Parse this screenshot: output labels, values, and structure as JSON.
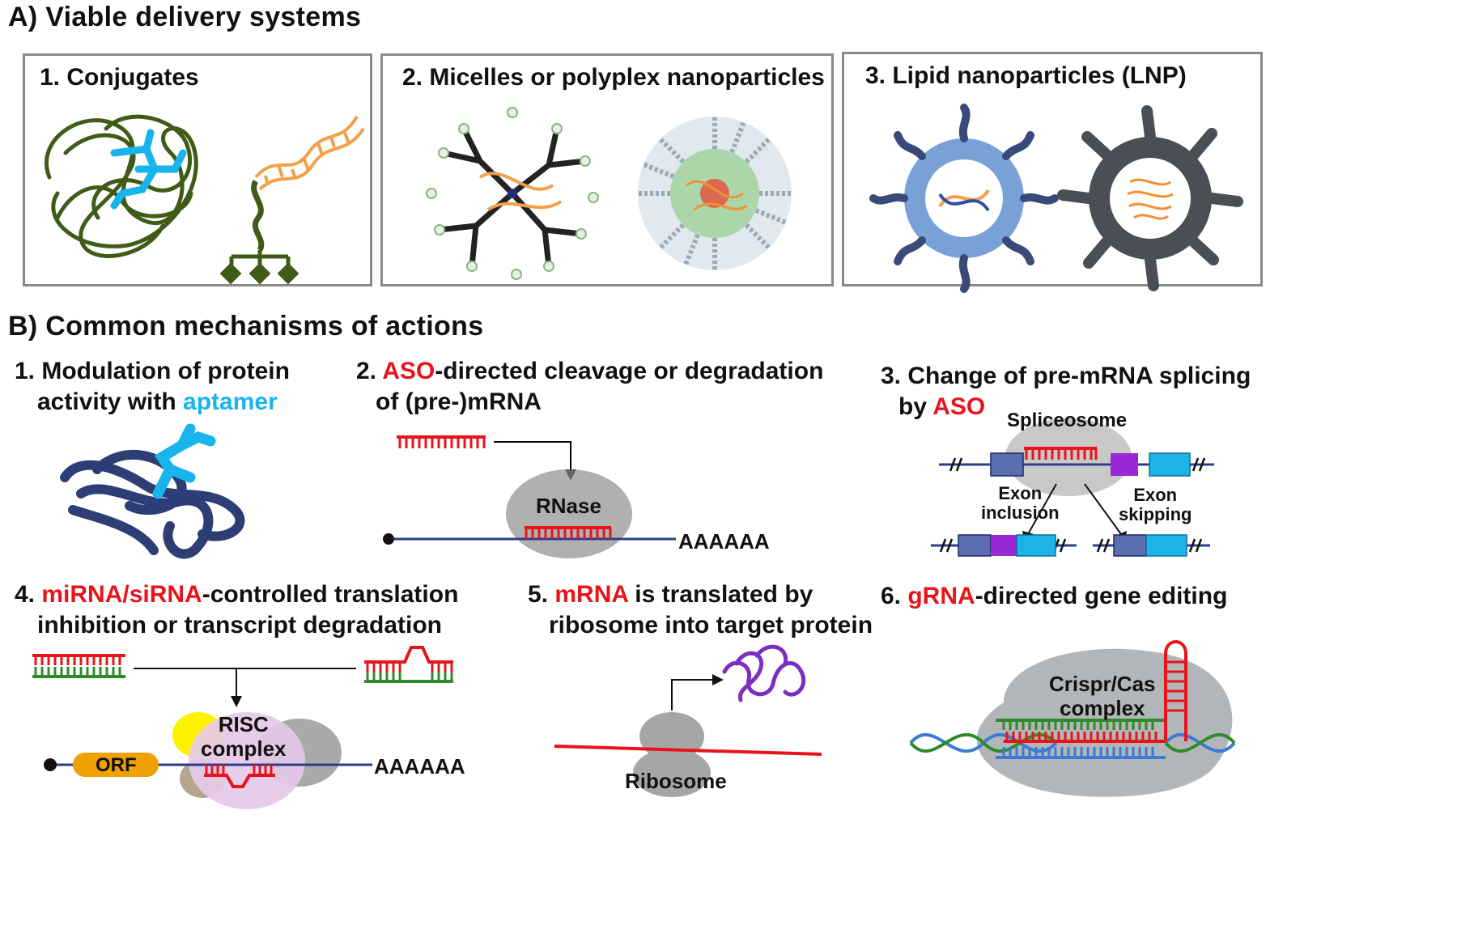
{
  "section_a": {
    "title": "A) Viable delivery systems",
    "panels": [
      {
        "title": "1. Conjugates"
      },
      {
        "title": "2. Micelles or polyplex nanoparticles"
      },
      {
        "title": "3. Lipid nanoparticles (LNP)"
      }
    ]
  },
  "section_b": {
    "title": "B) Common mechanisms of actions",
    "m1": {
      "line1": "1. Modulation of protein",
      "line2_pre": "activity with ",
      "line2_hl": "aptamer"
    },
    "m2": {
      "num": "2. ",
      "hl": "ASO",
      "line1_rest": "-directed cleavage or degradation",
      "line2": "of (pre-)mRNA",
      "rnase": "RNase",
      "polya": "AAAAAA"
    },
    "m3": {
      "line1": "3. Change of pre-mRNA  splicing",
      "line2_pre": "by ",
      "line2_hl": "ASO",
      "spliceosome": "Spliceosome",
      "inclusion_1": "Exon",
      "inclusion_2": "inclusion",
      "skipping_1": "Exon",
      "skipping_2": "skipping"
    },
    "m4": {
      "num": "4. ",
      "hl": "miRNA/siRNA",
      "line1_rest": "-controlled  translation",
      "line2": "inhibition or transcript  degradation",
      "risc_1": "RISC",
      "risc_2": "complex",
      "orf": "ORF",
      "polya": "AAAAAA"
    },
    "m5": {
      "num": "5. ",
      "hl": "mRNA",
      "line1_rest": " is translated by",
      "line2": "ribosome into target protein",
      "ribosome": "Ribosome"
    },
    "m6": {
      "num": "6. ",
      "hl": "gRNA",
      "line1_rest": "-directed  gene editing",
      "complex_1": "Crispr/Cas",
      "complex_2": "complex"
    }
  },
  "colors": {
    "highlight_red": "#e8141b",
    "aptamer_cyan": "#18b4ec",
    "panel_border": "#8a8a8a",
    "protein_navy": "#2c3e75",
    "conjugate_green": "#3f5b17",
    "dna_orange": "#f2a04a",
    "exon_blue": "#5b6fb0",
    "exon_cyan": "#1eb3e6",
    "exon_purple": "#9a28d8",
    "lnp_blue": "#7aa0d8",
    "lnp_dark": "#4a4f55",
    "complex_gray": "#b3b6b8"
  }
}
